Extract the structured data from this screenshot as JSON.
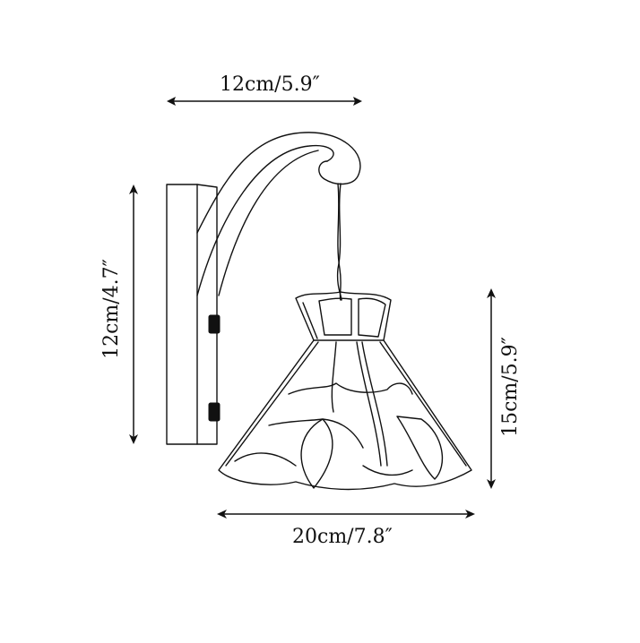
{
  "diagram": {
    "subject": "wall-sconce-lamp",
    "dimensions": {
      "arm_reach": "12cm/5.9″",
      "backplate_height": "12cm/4.7″",
      "shade_height": "15cm/5.9″",
      "shade_width": "20cm/7.8″"
    },
    "colors": {
      "background": "#ffffff",
      "line": "#111111"
    }
  }
}
